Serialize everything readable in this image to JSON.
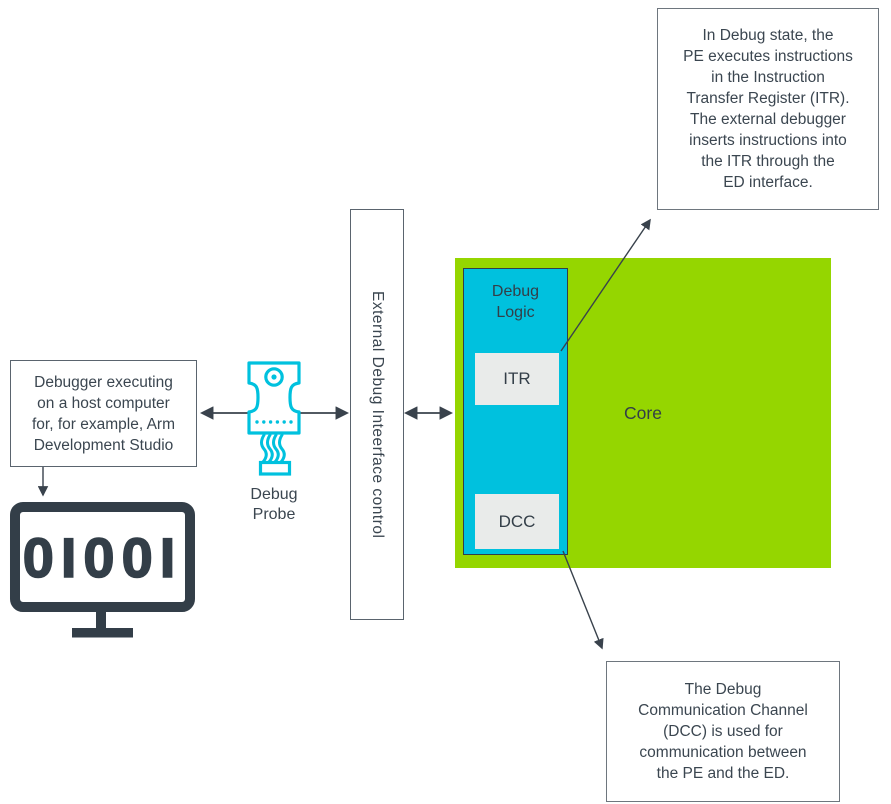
{
  "annotations": {
    "itr_note": {
      "text": "In Debug state, the\nPE executes instructions\nin the Instruction\nTransfer Register (ITR).\nThe external debugger\ninserts instructions into\nthe ITR through the\nED interface."
    },
    "dcc_note": {
      "text": "The Debug\nCommunication Channel\n(DCC) is used for\ncommunication between\nthe PE and the ED."
    }
  },
  "nodes": {
    "host_debugger": {
      "label": "Debugger executing\non a host computer\nfor, for example, Arm\nDevelopment Studio"
    },
    "debug_probe": {
      "label": "Debug\nProbe"
    },
    "edi_control": {
      "label": "External Debug Inteerface control"
    },
    "core": {
      "label": "Core"
    },
    "debug_logic": {
      "label": "Debug\nLogic"
    },
    "itr": {
      "label": "ITR"
    },
    "dcc": {
      "label": "DCC"
    },
    "monitor_display": {
      "text": "0I00I"
    }
  },
  "icons": {
    "debug_probe": "debug-probe-icon",
    "monitor": "host-computer-monitor-icon"
  },
  "colors": {
    "core_green": "#95d600",
    "debug_logic_cyan": "#00c1de",
    "probe_cyan": "#00c1de",
    "register_gray": "#e9ebea",
    "dark_navy": "#333e48",
    "text": "#3b4650",
    "line": "#39424c",
    "note_border": "#6e767e"
  }
}
